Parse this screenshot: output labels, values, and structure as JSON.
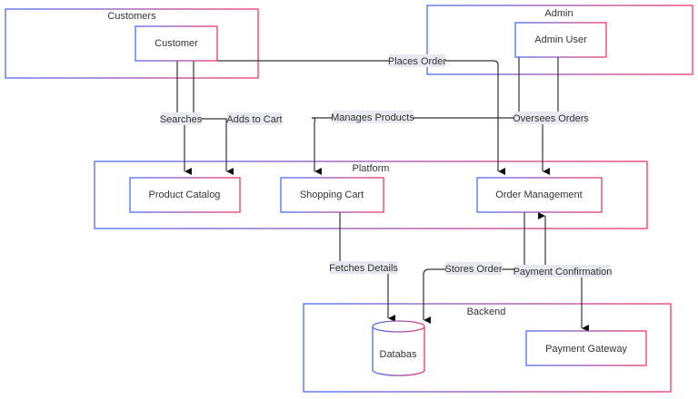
{
  "colors": {
    "gradient_start": "#4a6cf7",
    "gradient_end": "#f0386b",
    "edge": "#333333",
    "label_bg": "#e8e8f0",
    "text": "#333333"
  },
  "groups": {
    "customers": "Customers",
    "admin": "Admin",
    "platform": "Platform",
    "backend": "Backend"
  },
  "nodes": {
    "customer": "Customer",
    "admin_user": "Admin User",
    "product_catalog": "Product Catalog",
    "shopping_cart": "Shopping Cart",
    "order_management": "Order Management",
    "database": "Databas",
    "payment_gateway": "Payment Gateway"
  },
  "edges": {
    "searches": "Searches",
    "adds_to_cart": "Adds to Cart",
    "places_order": "Places Order",
    "manages_products": "Manages Products",
    "oversees_orders": "Oversees Orders",
    "fetches_details": "Fetches Details",
    "stores_order": "Stores Order",
    "payment_confirmation": "Payment Confirmation"
  }
}
